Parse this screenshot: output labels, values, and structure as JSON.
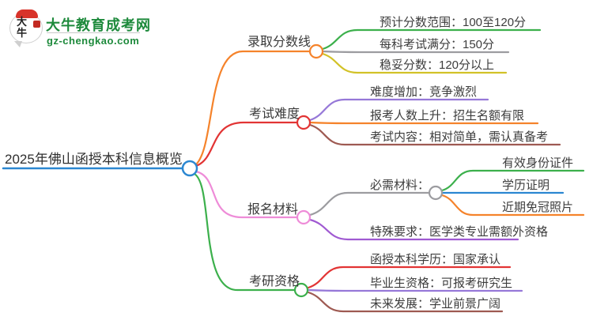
{
  "logo": {
    "icon_text": "大牛",
    "title": "大牛教育成考网",
    "subtitle": "gz-chengkao.com",
    "brand_green": "#1e8a3c",
    "seal_red": "#d8332a"
  },
  "root": {
    "label": "2025年佛山函授本科信息概览",
    "color": "#2b87d1"
  },
  "branches": [
    {
      "label": "录取分数线",
      "color": "#f5832b",
      "children": [
        {
          "label": "预计分数范围：100至120分",
          "color": "#3cb04c"
        },
        {
          "label": "每科考试满分：150分",
          "color": "#9c9ca0"
        },
        {
          "label": "稳妥分数：120分以上",
          "color": "#d2c228"
        }
      ]
    },
    {
      "label": "考试难度",
      "color": "#e23434",
      "children": [
        {
          "label": "难度增加：竞争激烈",
          "color": "#9678d8"
        },
        {
          "label": "报考人数上升：招生名额有限",
          "color": "#f5832b"
        },
        {
          "label": "考试内容：相对简单，需认真备考",
          "color": "#9e5a52"
        }
      ]
    },
    {
      "label": "报名材料",
      "color": "#ee8cd8",
      "children": [
        {
          "label": "必需材料：",
          "color": "#9c9ca0",
          "children": [
            {
              "label": "有效身份证件",
              "color": "#3cb04c"
            },
            {
              "label": "学历证明",
              "color": "#2b87d1"
            },
            {
              "label": "近期免冠照片",
              "color": "#f5832b"
            }
          ]
        },
        {
          "label": "特殊要求：医学类专业需额外资格",
          "color": "#a05ad2"
        }
      ]
    },
    {
      "label": "考研资格",
      "color": "#3cb04c",
      "children": [
        {
          "label": "函授本科学历：国家承认",
          "color": "#e23434"
        },
        {
          "label": "毕业生资格：可报考研究生",
          "color": "#9678d8"
        },
        {
          "label": "未来发展：学业前景广阔",
          "color": "#9e5a52"
        }
      ]
    }
  ]
}
